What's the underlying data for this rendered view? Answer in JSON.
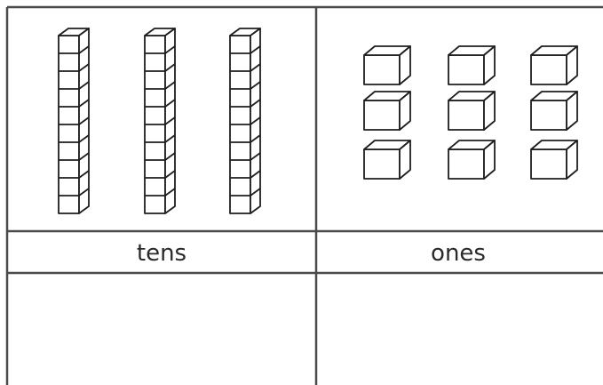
{
  "table": {
    "headers": [
      "tens",
      "ones"
    ],
    "answer_cells": [
      "",
      ""
    ]
  },
  "blocks": {
    "tens_rods": 3,
    "cubes_per_rod": 10,
    "ones_cubes": 9,
    "ones_grid_columns": 3
  },
  "colors": {
    "line": "#4a4a4a",
    "block_stroke": "#1e1e1e",
    "background": "#ffffff"
  }
}
